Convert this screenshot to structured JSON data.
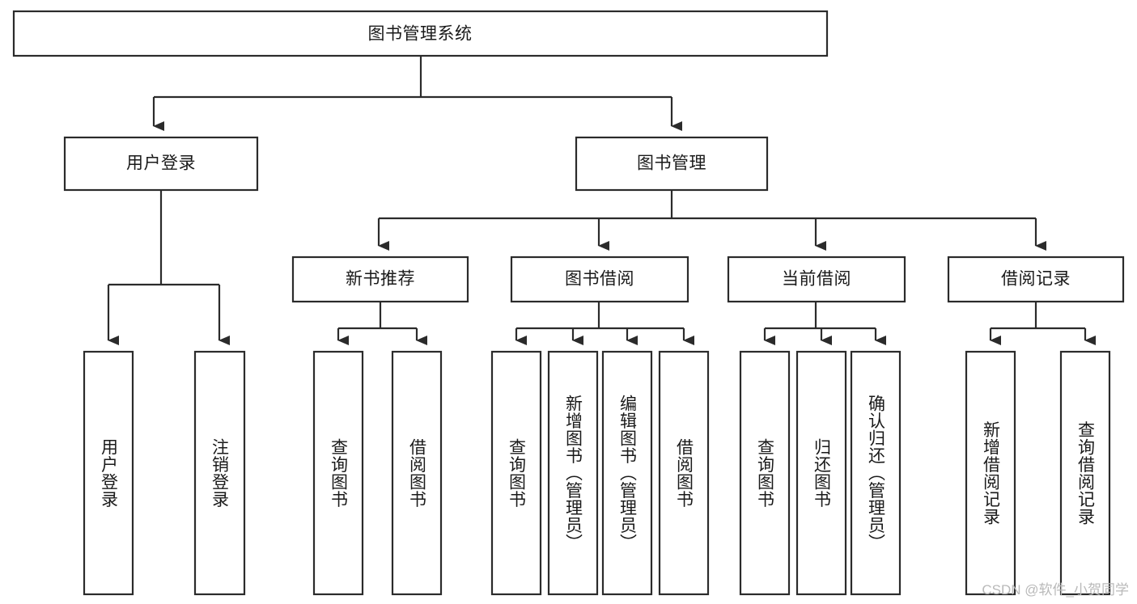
{
  "diagram": {
    "type": "tree-hierarchy",
    "title": "图书管理系统",
    "orientation": "top-down",
    "colors": {
      "box_stroke": "#2b2b2b",
      "box_fill": "#ffffff",
      "connector": "#2b2b2b",
      "background": "#ffffff",
      "watermark": "#b9b9b9"
    },
    "root": {
      "label": "图书管理系统"
    },
    "level2": [
      {
        "label": "用户登录"
      },
      {
        "label": "图书管理"
      }
    ],
    "level3": [
      {
        "label": "新书推荐"
      },
      {
        "label": "图书借阅"
      },
      {
        "label": "当前借阅"
      },
      {
        "label": "借阅记录"
      }
    ],
    "leaves": {
      "user_login": [
        {
          "label": "用户登录"
        },
        {
          "label": "注销登录"
        }
      ],
      "new_book_recommend": [
        {
          "label": "查询图书"
        },
        {
          "label": "借阅图书"
        }
      ],
      "book_borrow": [
        {
          "label": "查询图书"
        },
        {
          "label": "新增图书（管理员）"
        },
        {
          "label": "编辑图书（管理员）"
        },
        {
          "label": "借阅图书"
        }
      ],
      "current_borrow": [
        {
          "label": "查询图书"
        },
        {
          "label": "归还图书"
        },
        {
          "label": "确认归还（管理员）"
        }
      ],
      "borrow_record": [
        {
          "label": "新增借阅记录"
        },
        {
          "label": "查询借阅记录"
        }
      ]
    }
  },
  "watermark": {
    "text": "CSDN @软件_小贺同学"
  }
}
